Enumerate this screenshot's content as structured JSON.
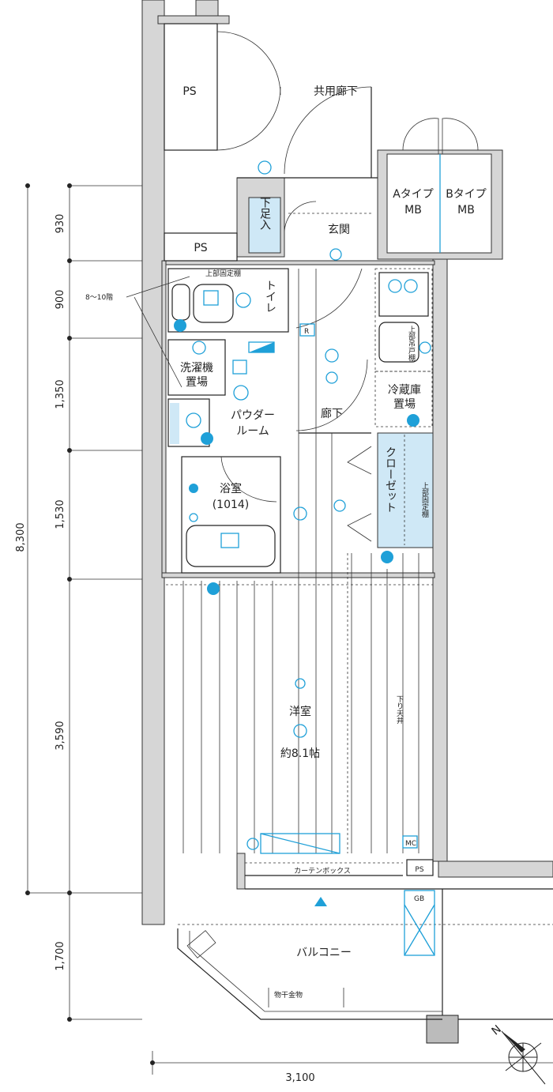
{
  "dimensions": {
    "total_depth": "8,300",
    "segments": [
      "930",
      "900",
      "1,350",
      "1,530",
      "3,590",
      "1,700"
    ],
    "width": "3,100"
  },
  "rooms": {
    "ps_top": "PS",
    "common_corridor": "共用廊下",
    "mb_a": [
      "Aタイプ",
      "MB"
    ],
    "mb_b": [
      "Bタイプ",
      "MB"
    ],
    "shoe_storage": "下足入",
    "entrance": "玄関",
    "ps_mid": "PS",
    "upper_shelf_toilet": "上部固定棚",
    "floors_note": "8～10階",
    "toilet": "トイレ",
    "laundry": [
      "洗濯機",
      "置場"
    ],
    "powder_room": [
      "パウダー",
      "ルーム"
    ],
    "hallway": "廊下",
    "bathroom": [
      "浴室",
      "(1014)"
    ],
    "upper_shelf_kitchen": "上部吊戸棚",
    "fridge": [
      "冷蔵庫",
      "置場"
    ],
    "closet": "クローゼット",
    "upper_shelf_closet": "上部固定棚",
    "western_room": "洋室",
    "western_room_size": "約8.1帖",
    "lowered_ceiling": "下り天井",
    "curtain_box": "カーテンボックス",
    "ps_bottom": "PS",
    "gb": "GB",
    "mc": "MC",
    "balcony": "バルコニー",
    "clothes_rack": "物干金物",
    "refrigerator_mark": "R"
  },
  "compass": {
    "label": "N"
  },
  "colors": {
    "accent": "#1fa0d8",
    "closet_fill": "#cfe8f6",
    "wall": "#d6d6d6"
  }
}
